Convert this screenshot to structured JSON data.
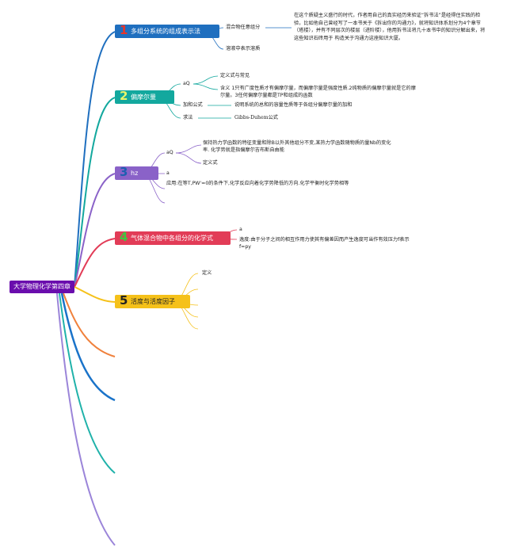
{
  "root": {
    "label": "大学物理化学第四章"
  },
  "topics": [
    {
      "num": "1",
      "label": "多组分系统的组成表示法"
    },
    {
      "num": "2",
      "label": "偏摩尔量"
    },
    {
      "num": "3",
      "label": "hz"
    },
    {
      "num": "4",
      "label": "气体混合物中各组分的化学式"
    },
    {
      "num": "5",
      "label": "活度与活度因子"
    }
  ],
  "t1": {
    "sub1": "混合物任意组分",
    "sub2": "溶液中表示溶质",
    "note": "在这个质疑主义盛行的时代，作者用自己的真实经历来验证“拆书法”是经得住实践的检验，比如他自己曾经写了一本书关于《拆出你的沟通力》，就将知识体系划分为4个章节（塔楼），并有不同层次的楼层（进阶楼），他用拆书法将几十本书中的知识分解出来，将这些知识石砖用于 构造关于沟通力这座知识大厦。"
  },
  "t2": {
    "aq": "aQ",
    "def": "定义式与常见",
    "meaning": "含义 1只有广度性质才有偏摩尔量，而偏摩尔量是强度性质.2纯物质的偏摩尔量就是它的摩尔量。3任何偏摩尔量都是TP和组成的函数",
    "add": "加和公式",
    "add_desc": "说明系统的总和的容量性质等于各组分偏摩尔量的加和",
    "method": "求法",
    "gd": "Gibbs-Duhem公式"
  },
  "t3": {
    "aq": "aQ",
    "desc": "保持热力学函数的特征变量和除B以外其他组分不变,某热力学函数随物质的量Nb的变化率. 化学势就是指偏摩尔吉布斯自由能",
    "def": "定义式",
    "a": "a",
    "app": "应用:在等T,PW'=0的条件下,化学反应向着化学势降低的方向.化学平衡时化学势相等"
  },
  "t4": {
    "a": "a",
    "desc": "逸度:由于分子之间的相互作用力使其有偏差因而产生逸度可当作有效压力f表示",
    "f": "f=py"
  },
  "t5": {
    "def": "定义"
  },
  "colors": {
    "t1": "#1f6fbf",
    "t2": "#13a89e",
    "t3": "#8a62c8",
    "t4": "#e23c57",
    "t5": "#f5c11a",
    "root": "#6a0dad"
  }
}
